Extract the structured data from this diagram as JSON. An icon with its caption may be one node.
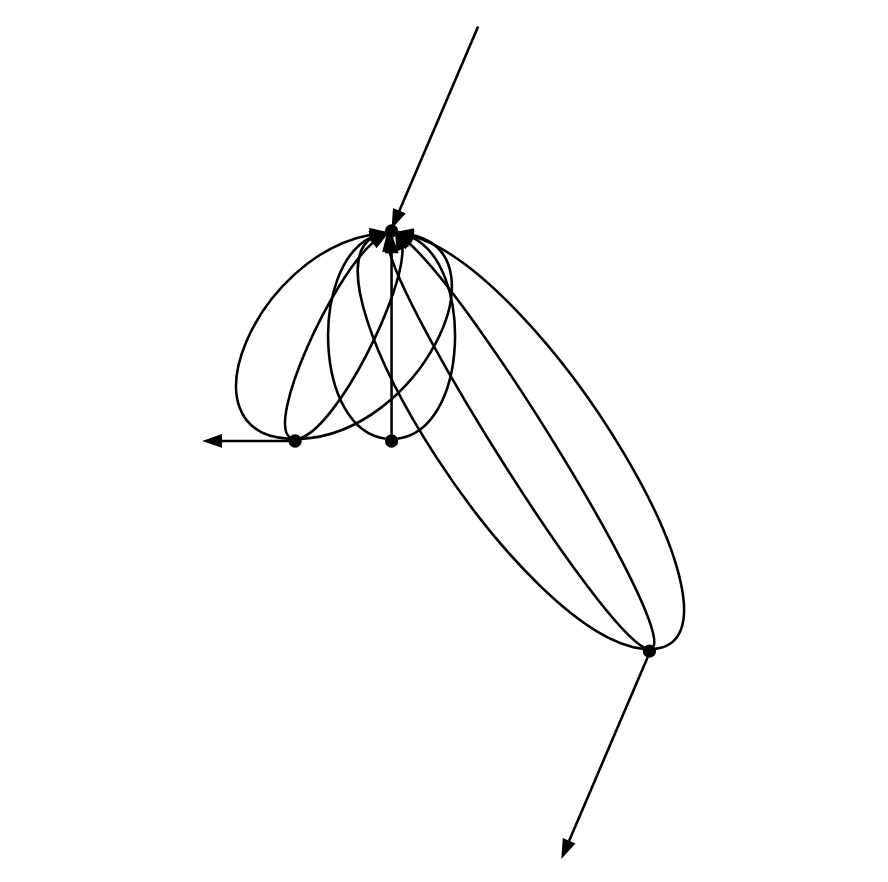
{
  "diagram": {
    "nodes": [
      {
        "text": [],
        "shape": "dot"
      },
      {
        "text": [],
        "shape": "dot"
      },
      {
        "text": [],
        "shape": "dot"
      },
      {
        "text": [],
        "shape": "dot"
      }
    ],
    "edges": [
      {
        "from": 1,
        "to": 0,
        "arrow": "to"
      },
      {
        "from": 1,
        "to": 0,
        "arrow": "to"
      },
      {
        "from": 1,
        "to": 0,
        "arrow": "to"
      },
      {
        "from": 1,
        "to": 0,
        "arrow": "to"
      },
      {
        "from": 1,
        "to": null,
        "arrow": "to"
      },
      {
        "from": 2,
        "to": 0,
        "arrow": "to"
      },
      {
        "from": 2,
        "to": 0,
        "arrow": "to"
      },
      {
        "from": 2,
        "to": 0,
        "arrow": "to"
      },
      {
        "from": 3,
        "to": 0,
        "arrow": "to"
      },
      {
        "from": 3,
        "to": 0,
        "arrow": "to"
      },
      {
        "from": 3,
        "to": 0,
        "arrow": "to"
      },
      {
        "from": 3,
        "to": 0,
        "arrow": "to"
      },
      {
        "from": 3,
        "to": null,
        "arrow": "to"
      },
      {
        "from": null,
        "to": 0,
        "arrow": "to"
      }
    ]
  }
}
